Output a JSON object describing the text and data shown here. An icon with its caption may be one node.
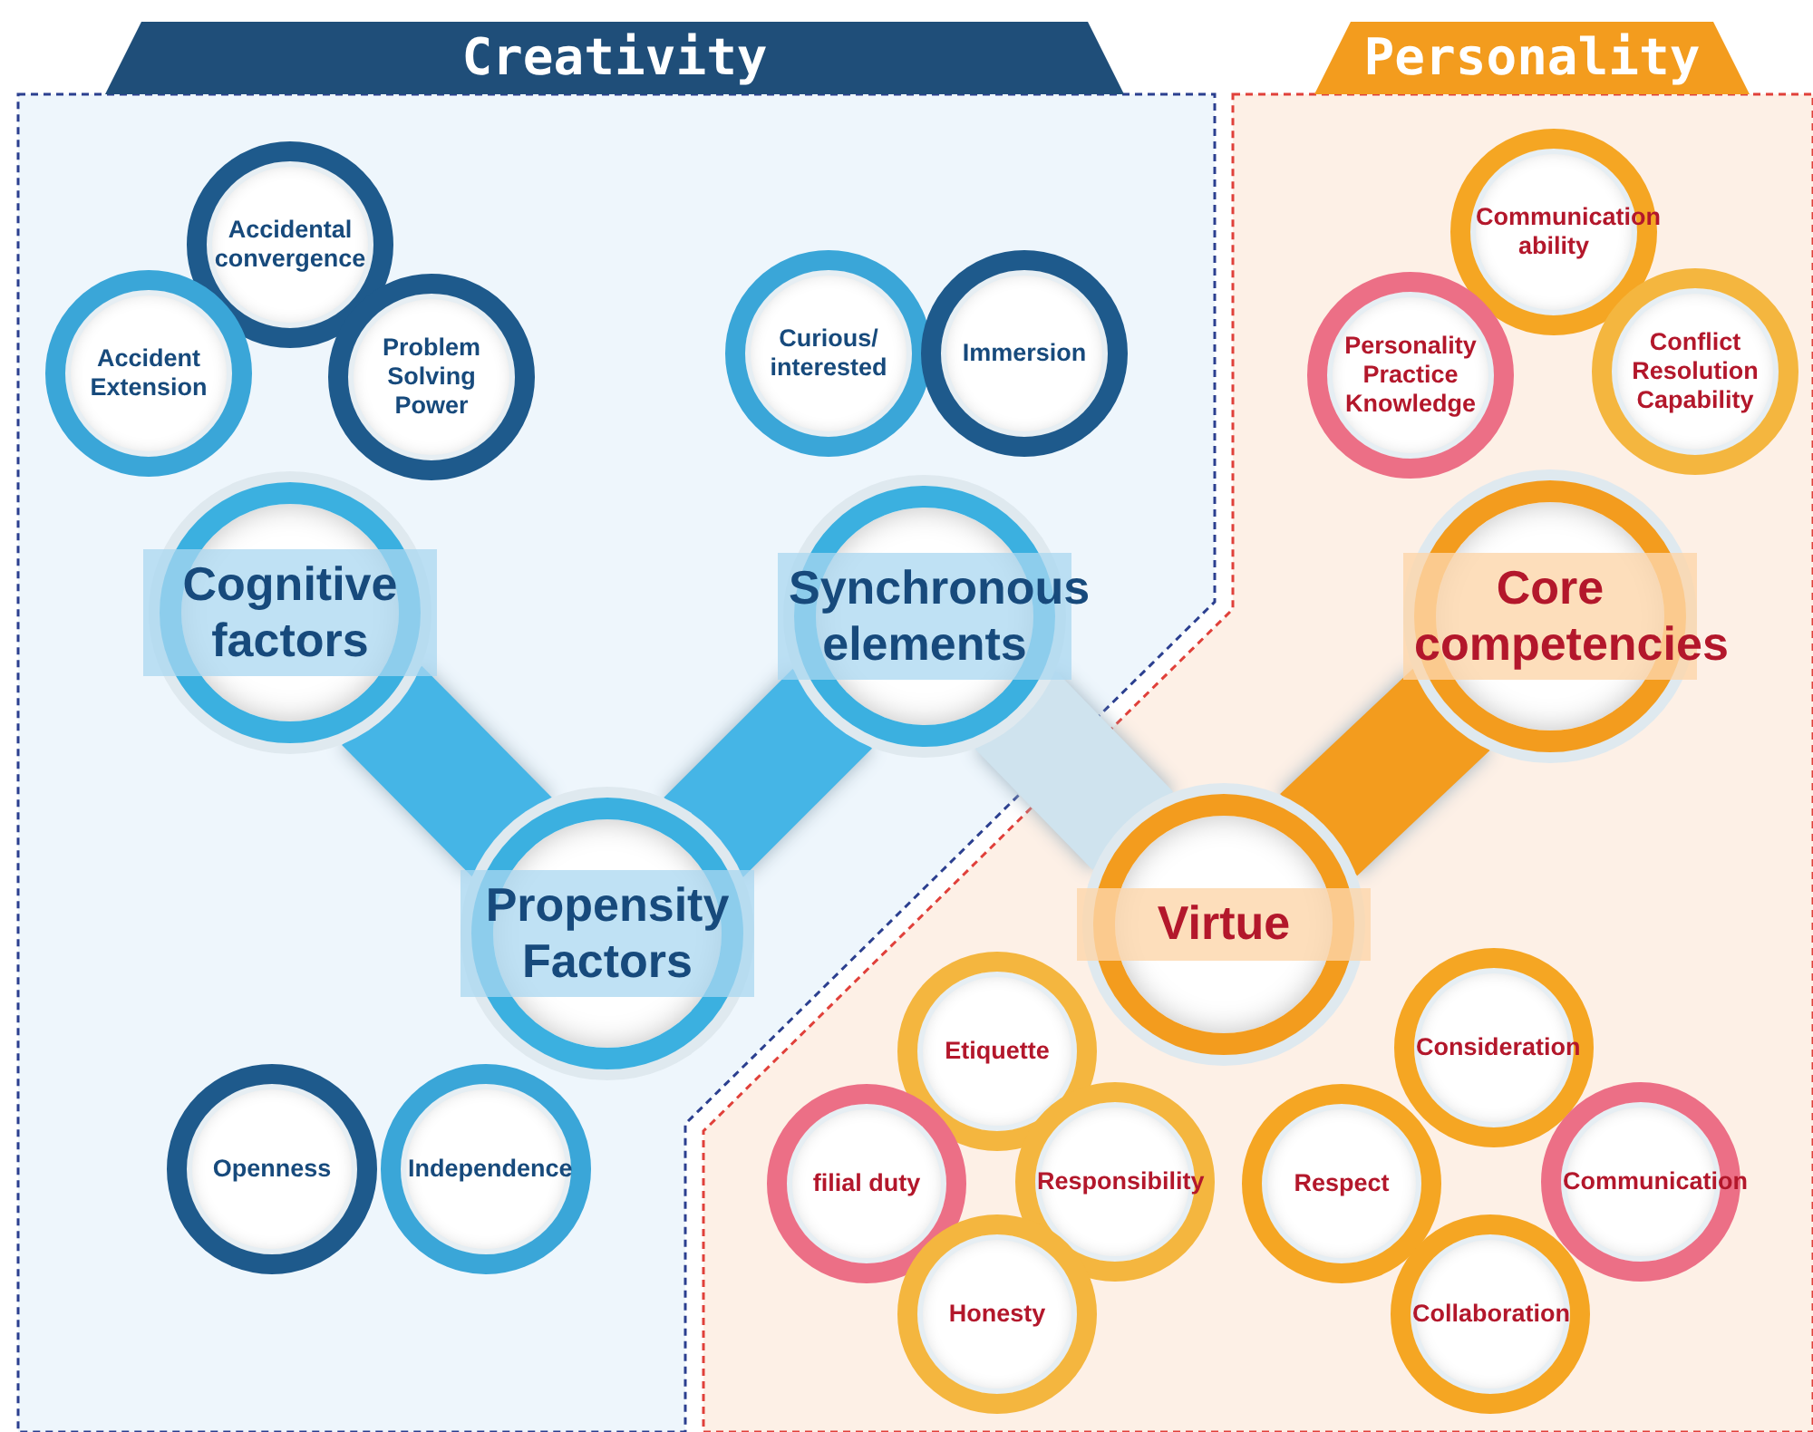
{
  "diagram": {
    "nodes": [
      {
        "text": [
          "Creativity"
        ]
      },
      {
        "text": [
          "Personality"
        ]
      },
      {
        "text": [
          "Accidental convergence"
        ]
      },
      {
        "text": [
          "Accident Extension"
        ]
      },
      {
        "text": [
          "Problem Solving Power"
        ]
      },
      {
        "text": [
          "Curious/ interested"
        ]
      },
      {
        "text": [
          "Immersion"
        ]
      },
      {
        "text": [
          "Cognitive factors"
        ]
      },
      {
        "text": [
          "Synchronous elements"
        ]
      },
      {
        "text": [
          "Propensity Factors"
        ]
      },
      {
        "text": [
          "Openness"
        ]
      },
      {
        "text": [
          "Independence"
        ]
      },
      {
        "text": [
          "Communication ability"
        ]
      },
      {
        "text": [
          "Personality Practice Knowledge"
        ]
      },
      {
        "text": [
          "Conflict Resolution Capability"
        ]
      },
      {
        "text": [
          "Core competencies"
        ]
      },
      {
        "text": [
          "Virtue"
        ]
      },
      {
        "text": [
          "Etiquette"
        ]
      },
      {
        "text": [
          "Consideration"
        ]
      },
      {
        "text": [
          "filial duty"
        ]
      },
      {
        "text": [
          "Responsibility"
        ]
      },
      {
        "text": [
          "Respect"
        ]
      },
      {
        "text": [
          "Communication"
        ]
      },
      {
        "text": [
          "Honesty"
        ]
      },
      {
        "text": [
          "Collaboration"
        ]
      }
    ],
    "edges": [
      {
        "from": 7,
        "to": 9,
        "arrow": "none"
      },
      {
        "from": 9,
        "to": 8,
        "arrow": "none"
      },
      {
        "from": 8,
        "to": 16,
        "arrow": "none",
        "color": "#cfe3ee"
      },
      {
        "from": 16,
        "to": 15,
        "arrow": "none",
        "color": "#f39c1e"
      }
    ]
  }
}
